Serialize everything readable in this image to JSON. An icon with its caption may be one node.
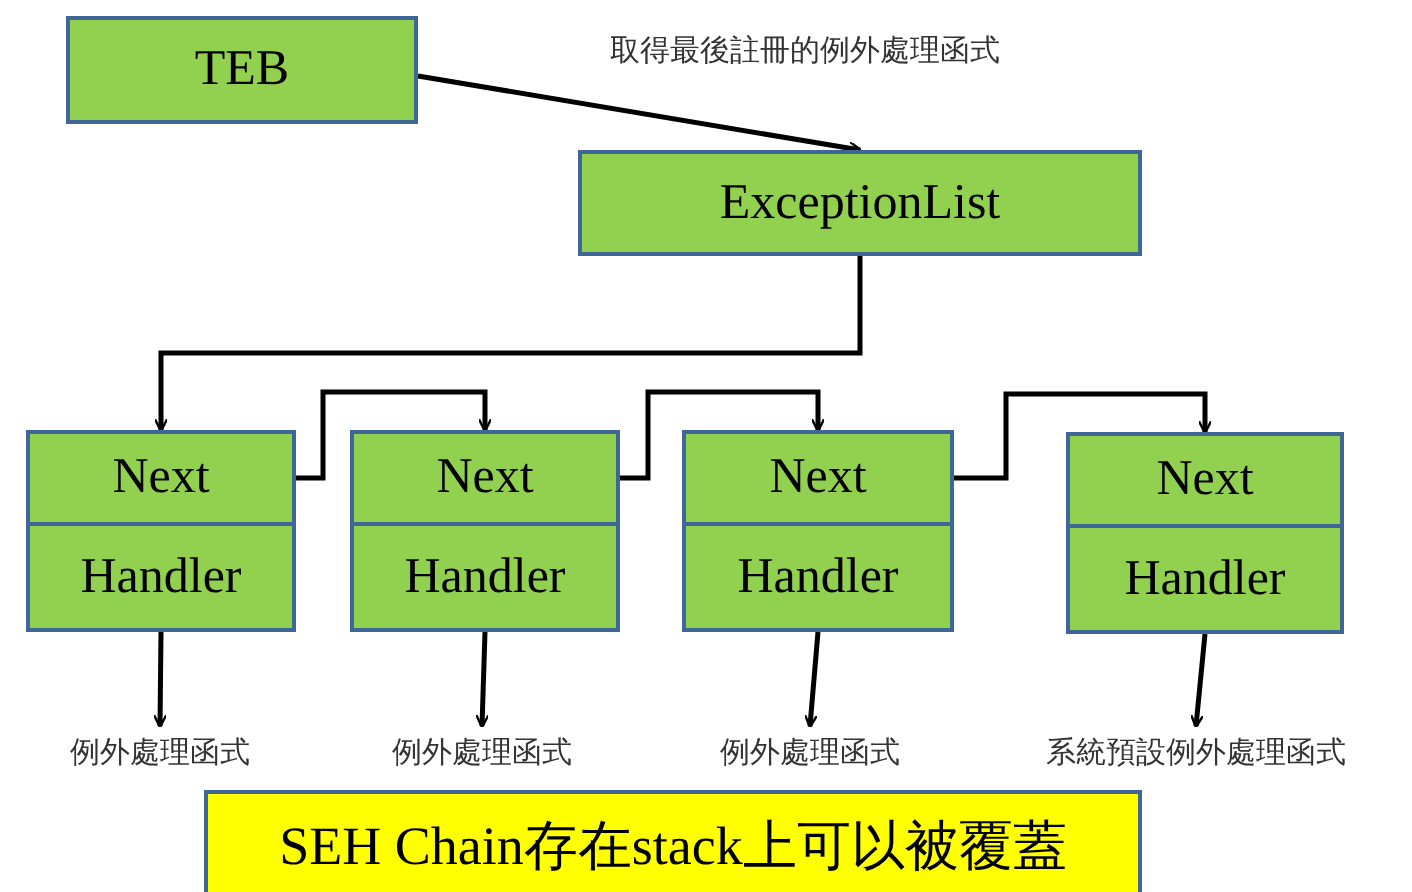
{
  "diagram": {
    "nodes": [
      {
        "text": [
          "TEB"
        ]
      },
      {
        "text": [
          "ExceptionList"
        ]
      },
      {
        "text": [
          "Next"
        ]
      },
      {
        "text": [
          "Handler"
        ]
      },
      {
        "text": [
          "Next"
        ]
      },
      {
        "text": [
          "Handler"
        ]
      },
      {
        "text": [
          "Next"
        ]
      },
      {
        "text": [
          "Handler"
        ]
      },
      {
        "text": [
          "Next"
        ]
      },
      {
        "text": [
          "Handler"
        ]
      },
      {
        "text": [
          "例外處理函式"
        ]
      },
      {
        "text": [
          "例外處理函式"
        ]
      },
      {
        "text": [
          "例外處理函式"
        ]
      },
      {
        "text": [
          "系統預設例外處理函式"
        ]
      },
      {
        "text": [
          "SEH Chain存在stack上可以被覆蓋"
        ]
      }
    ],
    "edges": [
      {
        "from": 0,
        "to": 1,
        "arrow": "to"
      },
      {
        "from": 1,
        "to": 2,
        "arrow": "to"
      },
      {
        "from": 2,
        "to": 4,
        "arrow": "to"
      },
      {
        "from": 4,
        "to": 6,
        "arrow": "to"
      },
      {
        "from": 6,
        "to": 8,
        "arrow": "to"
      },
      {
        "from": 3,
        "to": 10,
        "arrow": "to"
      },
      {
        "from": 5,
        "to": 11,
        "arrow": "to"
      },
      {
        "from": 7,
        "to": 12,
        "arrow": "to"
      },
      {
        "from": 9,
        "to": 13,
        "arrow": "to"
      }
    ],
    "labels": [
      "取得最後註冊的例外處理函式"
    ]
  }
}
